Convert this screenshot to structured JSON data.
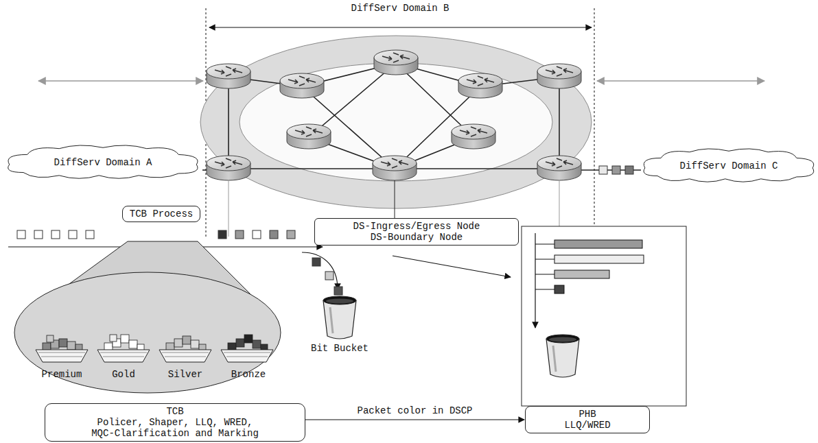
{
  "diagram": {
    "title": "DiffServ Domain B",
    "nodes": [
      {
        "text": [
          "DiffServ Domain A"
        ]
      },
      {
        "text": [
          "DiffServ Domain C"
        ]
      },
      {
        "text": [
          "TCB Process"
        ]
      },
      {
        "text": [
          "DS-Ingress/Egress Node",
          "DS-Boundary Node"
        ]
      },
      {
        "text": [
          "TCB",
          "Policer, Shaper, LLQ, WRED, MQC-Clarification and Marking"
        ]
      },
      {
        "text": [
          "PHB",
          "LLQ/WRED"
        ]
      }
    ],
    "edges": [
      {
        "from": 4,
        "to": 5,
        "label": "Packet color in DSCP",
        "arrow": "to"
      }
    ],
    "labels": [
      "Premium",
      "Gold",
      "Silver",
      "Bronze",
      "Bit Bucket"
    ]
  }
}
